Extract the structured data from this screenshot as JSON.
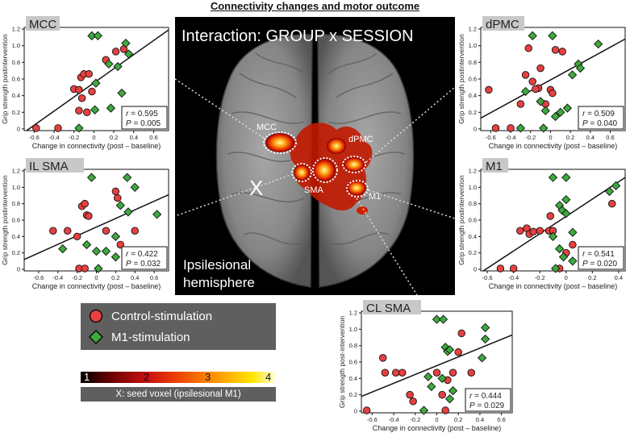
{
  "figure_title": "Connectivity changes and motor outcome",
  "brain": {
    "title": "Interaction: GROUP x SESSION",
    "hemisphere_label_1": "Ipsilesional",
    "hemisphere_label_2": "hemisphere",
    "seed_marker": "X",
    "region_labels": [
      "MCC",
      "dPMC",
      "SMA",
      "M1"
    ]
  },
  "legend": {
    "control_label": "Control-stimulation",
    "m1_label": "M1-stimulation",
    "colorbar_ticks": [
      "1",
      "2",
      "3",
      "4"
    ],
    "seed_note": "X: seed voxel (ipsilesional M1)",
    "colors": {
      "control": "#e84040",
      "m1": "#3daa3d"
    }
  },
  "chart_data": [
    {
      "type": "scatter",
      "title": "MCC",
      "xlabel": "Change in connectivity (post – baseline)",
      "ylabel": "Grip strength postintervention",
      "xlim": [
        -0.7,
        0.75
      ],
      "ylim": [
        -0.02,
        1.22
      ],
      "xticks": [
        -0.6,
        -0.4,
        -0.2,
        0,
        0.2,
        0.4,
        0.6
      ],
      "yticks": [
        0,
        0.2,
        0.4,
        0.6,
        0.8,
        1.0,
        1.2
      ],
      "stats": {
        "r": "0.595",
        "P": "0.005"
      },
      "fit": {
        "x": [
          -0.7,
          0.75
        ],
        "y": [
          -0.04,
          1.19
        ]
      },
      "series": [
        {
          "name": "Control-stimulation",
          "points": [
            [
              -0.58,
              0.01
            ],
            [
              -0.36,
              0.01
            ],
            [
              -0.2,
              0.48
            ],
            [
              -0.15,
              0.47
            ],
            [
              -0.13,
              0.62
            ],
            [
              -0.1,
              0.66
            ],
            [
              -0.05,
              0.66
            ],
            [
              -0.02,
              0.45
            ],
            [
              -0.12,
              0.37
            ],
            [
              -0.15,
              0.22
            ],
            [
              0.12,
              0.83
            ],
            [
              0.22,
              0.93
            ],
            [
              0.3,
              0.96
            ],
            [
              -0.07,
              0.2
            ]
          ]
        },
        {
          "name": "M1-stimulation",
          "points": [
            [
              -0.02,
              1.12
            ],
            [
              0.04,
              1.12
            ],
            [
              0.32,
              1.03
            ],
            [
              0.15,
              0.78
            ],
            [
              0.24,
              0.75
            ],
            [
              0.35,
              0.9
            ],
            [
              0.02,
              0.55
            ],
            [
              -0.15,
              0.01
            ],
            [
              0.17,
              0.25
            ],
            [
              0.28,
              0.43
            ],
            [
              0.32,
              0.22
            ],
            [
              0.01,
              0.23
            ]
          ]
        }
      ]
    },
    {
      "type": "scatter",
      "title": "dPMC",
      "xlabel": "Change in connectivity (post – baseline)",
      "ylabel": "Grip strength postintervention",
      "xlim": [
        -0.7,
        0.75
      ],
      "ylim": [
        -0.02,
        1.22
      ],
      "xticks": [
        -0.6,
        -0.4,
        -0.2,
        0,
        0.2,
        0.4,
        0.6
      ],
      "yticks": [
        0,
        0.2,
        0.4,
        0.6,
        0.8,
        1.0,
        1.2
      ],
      "stats": {
        "r": "0.509",
        "P": "0.040"
      },
      "fit": {
        "x": [
          -0.7,
          0.75
        ],
        "y": [
          0.13,
          1.08
        ]
      },
      "series": [
        {
          "name": "Control-stimulation",
          "points": [
            [
              -0.62,
              0.47
            ],
            [
              -0.55,
              0.01
            ],
            [
              -0.22,
              0.97
            ],
            [
              -0.25,
              0.65
            ],
            [
              -0.18,
              0.57
            ],
            [
              -0.1,
              0.73
            ],
            [
              -0.12,
              0.49
            ],
            [
              -0.15,
              0.48
            ],
            [
              -0.05,
              0.3
            ],
            [
              0.0,
              0.47
            ],
            [
              0.02,
              0.43
            ],
            [
              -0.3,
              0.3
            ],
            [
              0.12,
              0.93
            ],
            [
              0.05,
              0.95
            ],
            [
              -0.4,
              0.01
            ]
          ]
        },
        {
          "name": "M1-stimulation",
          "points": [
            [
              -0.18,
              1.12
            ],
            [
              0.02,
              1.12
            ],
            [
              0.48,
              1.02
            ],
            [
              0.28,
              0.78
            ],
            [
              0.3,
              0.73
            ],
            [
              0.22,
              0.65
            ],
            [
              -0.25,
              0.45
            ],
            [
              -0.1,
              0.33
            ],
            [
              -0.05,
              0.22
            ],
            [
              0.05,
              0.15
            ],
            [
              0.1,
              0.2
            ],
            [
              -0.3,
              0.01
            ],
            [
              -0.07,
              0.01
            ],
            [
              0.17,
              0.25
            ]
          ]
        }
      ]
    },
    {
      "type": "scatter",
      "title": "IL SMA",
      "xlabel": "Change in connectivity (post – baseline)",
      "ylabel": "Grip strength postintervention",
      "xlim": [
        -0.75,
        0.75
      ],
      "ylim": [
        -0.02,
        1.22
      ],
      "xticks": [
        -0.6,
        -0.4,
        -0.2,
        0,
        0.2,
        0.4,
        0.6
      ],
      "yticks": [
        0,
        0.2,
        0.4,
        0.6,
        0.8,
        1.0,
        1.2
      ],
      "stats": {
        "r": "0.422",
        "P": "0.032"
      },
      "fit": {
        "x": [
          -0.75,
          0.75
        ],
        "y": [
          0.12,
          0.91
        ]
      },
      "series": [
        {
          "name": "Control-stimulation",
          "points": [
            [
              -0.45,
              0.47
            ],
            [
              -0.3,
              0.47
            ],
            [
              -0.2,
              0.4
            ],
            [
              -0.15,
              0.77
            ],
            [
              -0.12,
              0.8
            ],
            [
              -0.1,
              0.66
            ],
            [
              -0.08,
              0.65
            ],
            [
              -0.18,
              0.01
            ],
            [
              -0.12,
              0.01
            ],
            [
              0.2,
              0.95
            ],
            [
              0.22,
              0.87
            ],
            [
              0.1,
              0.47
            ],
            [
              0.25,
              0.3
            ],
            [
              0.4,
              0.47
            ]
          ]
        },
        {
          "name": "M1-stimulation",
          "points": [
            [
              -0.05,
              1.12
            ],
            [
              0.32,
              1.12
            ],
            [
              0.4,
              1.0
            ],
            [
              0.25,
              0.78
            ],
            [
              0.33,
              0.7
            ],
            [
              0.63,
              0.67
            ],
            [
              -0.35,
              0.25
            ],
            [
              -0.1,
              0.3
            ],
            [
              0.0,
              0.22
            ],
            [
              0.1,
              0.22
            ],
            [
              0.2,
              0.4
            ],
            [
              0.02,
              0.01
            ],
            [
              0.2,
              0.15
            ]
          ]
        }
      ]
    },
    {
      "type": "scatter",
      "title": "M1",
      "xlabel": "Change in connectivity (post – baseline)",
      "ylabel": "Grip strength postintervention",
      "xlim": [
        -0.65,
        0.45
      ],
      "ylim": [
        -0.02,
        1.22
      ],
      "xticks": [
        -0.6,
        -0.4,
        -0.2,
        0,
        0.2,
        0.4
      ],
      "yticks": [
        0,
        0.2,
        0.4,
        0.6,
        0.8,
        1.0,
        1.2
      ],
      "stats": {
        "r": "0.541",
        "P": "0.020"
      },
      "fit": {
        "x": [
          -0.65,
          0.45
        ],
        "y": [
          -0.04,
          1.12
        ]
      },
      "series": [
        {
          "name": "Control-stimulation",
          "points": [
            [
              -0.5,
              0.01
            ],
            [
              -0.4,
              0.01
            ],
            [
              -0.35,
              0.47
            ],
            [
              -0.3,
              0.5
            ],
            [
              -0.28,
              0.43
            ],
            [
              -0.25,
              0.46
            ],
            [
              -0.13,
              0.47
            ],
            [
              -0.12,
              0.65
            ],
            [
              -0.1,
              0.47
            ],
            [
              0.05,
              0.3
            ],
            [
              0.0,
              0.2
            ],
            [
              -0.05,
              0.01
            ],
            [
              0.35,
              0.8
            ],
            [
              -0.2,
              0.47
            ]
          ]
        },
        {
          "name": "M1-stimulation",
          "points": [
            [
              -0.1,
              1.12
            ],
            [
              0.0,
              1.12
            ],
            [
              0.38,
              1.02
            ],
            [
              -0.05,
              0.78
            ],
            [
              -0.03,
              0.72
            ],
            [
              0.0,
              0.68
            ],
            [
              0.0,
              0.85
            ],
            [
              -0.1,
              0.4
            ],
            [
              -0.05,
              0.25
            ],
            [
              -0.02,
              0.15
            ],
            [
              0.05,
              0.1
            ],
            [
              -0.08,
              0.01
            ],
            [
              0.05,
              0.45
            ],
            [
              0.33,
              0.95
            ]
          ]
        }
      ]
    },
    {
      "type": "scatter",
      "title": "CL SMA",
      "xlabel": "Change in connectivity (post – baseline)",
      "ylabel": "Grip strength post-intervention",
      "xlim": [
        -0.7,
        0.7
      ],
      "ylim": [
        -0.02,
        1.22
      ],
      "xticks": [
        -0.6,
        -0.4,
        -0.2,
        0,
        0.2,
        0.4,
        0.6
      ],
      "yticks": [
        0,
        0.2,
        0.4,
        0.6,
        0.8,
        1.0,
        1.2
      ],
      "stats": {
        "r": "0.444",
        "P": "0.029"
      },
      "fit": {
        "x": [
          -0.7,
          0.7
        ],
        "y": [
          0.18,
          0.93
        ]
      },
      "series": [
        {
          "name": "Control-stimulation",
          "points": [
            [
              -0.65,
              0.01
            ],
            [
              -0.5,
              0.65
            ],
            [
              -0.48,
              0.47
            ],
            [
              -0.38,
              0.47
            ],
            [
              -0.32,
              0.47
            ],
            [
              -0.25,
              0.2
            ],
            [
              -0.22,
              0.12
            ],
            [
              0.0,
              0.47
            ],
            [
              0.05,
              0.2
            ],
            [
              0.1,
              0.38
            ],
            [
              0.15,
              0.47
            ],
            [
              0.2,
              0.72
            ],
            [
              0.23,
              0.95
            ],
            [
              0.32,
              0.47
            ],
            [
              0.08,
              0.01
            ]
          ]
        },
        {
          "name": "M1-stimulation",
          "points": [
            [
              0.0,
              1.12
            ],
            [
              0.06,
              1.12
            ],
            [
              0.45,
              1.02
            ],
            [
              0.08,
              0.78
            ],
            [
              0.1,
              0.73
            ],
            [
              0.12,
              0.75
            ],
            [
              0.45,
              0.88
            ],
            [
              0.42,
              0.65
            ],
            [
              0.05,
              0.4
            ],
            [
              -0.08,
              0.42
            ],
            [
              0.15,
              0.25
            ],
            [
              0.12,
              0.15
            ],
            [
              -0.05,
              0.3
            ],
            [
              -0.12,
              0.01
            ]
          ]
        }
      ]
    }
  ]
}
